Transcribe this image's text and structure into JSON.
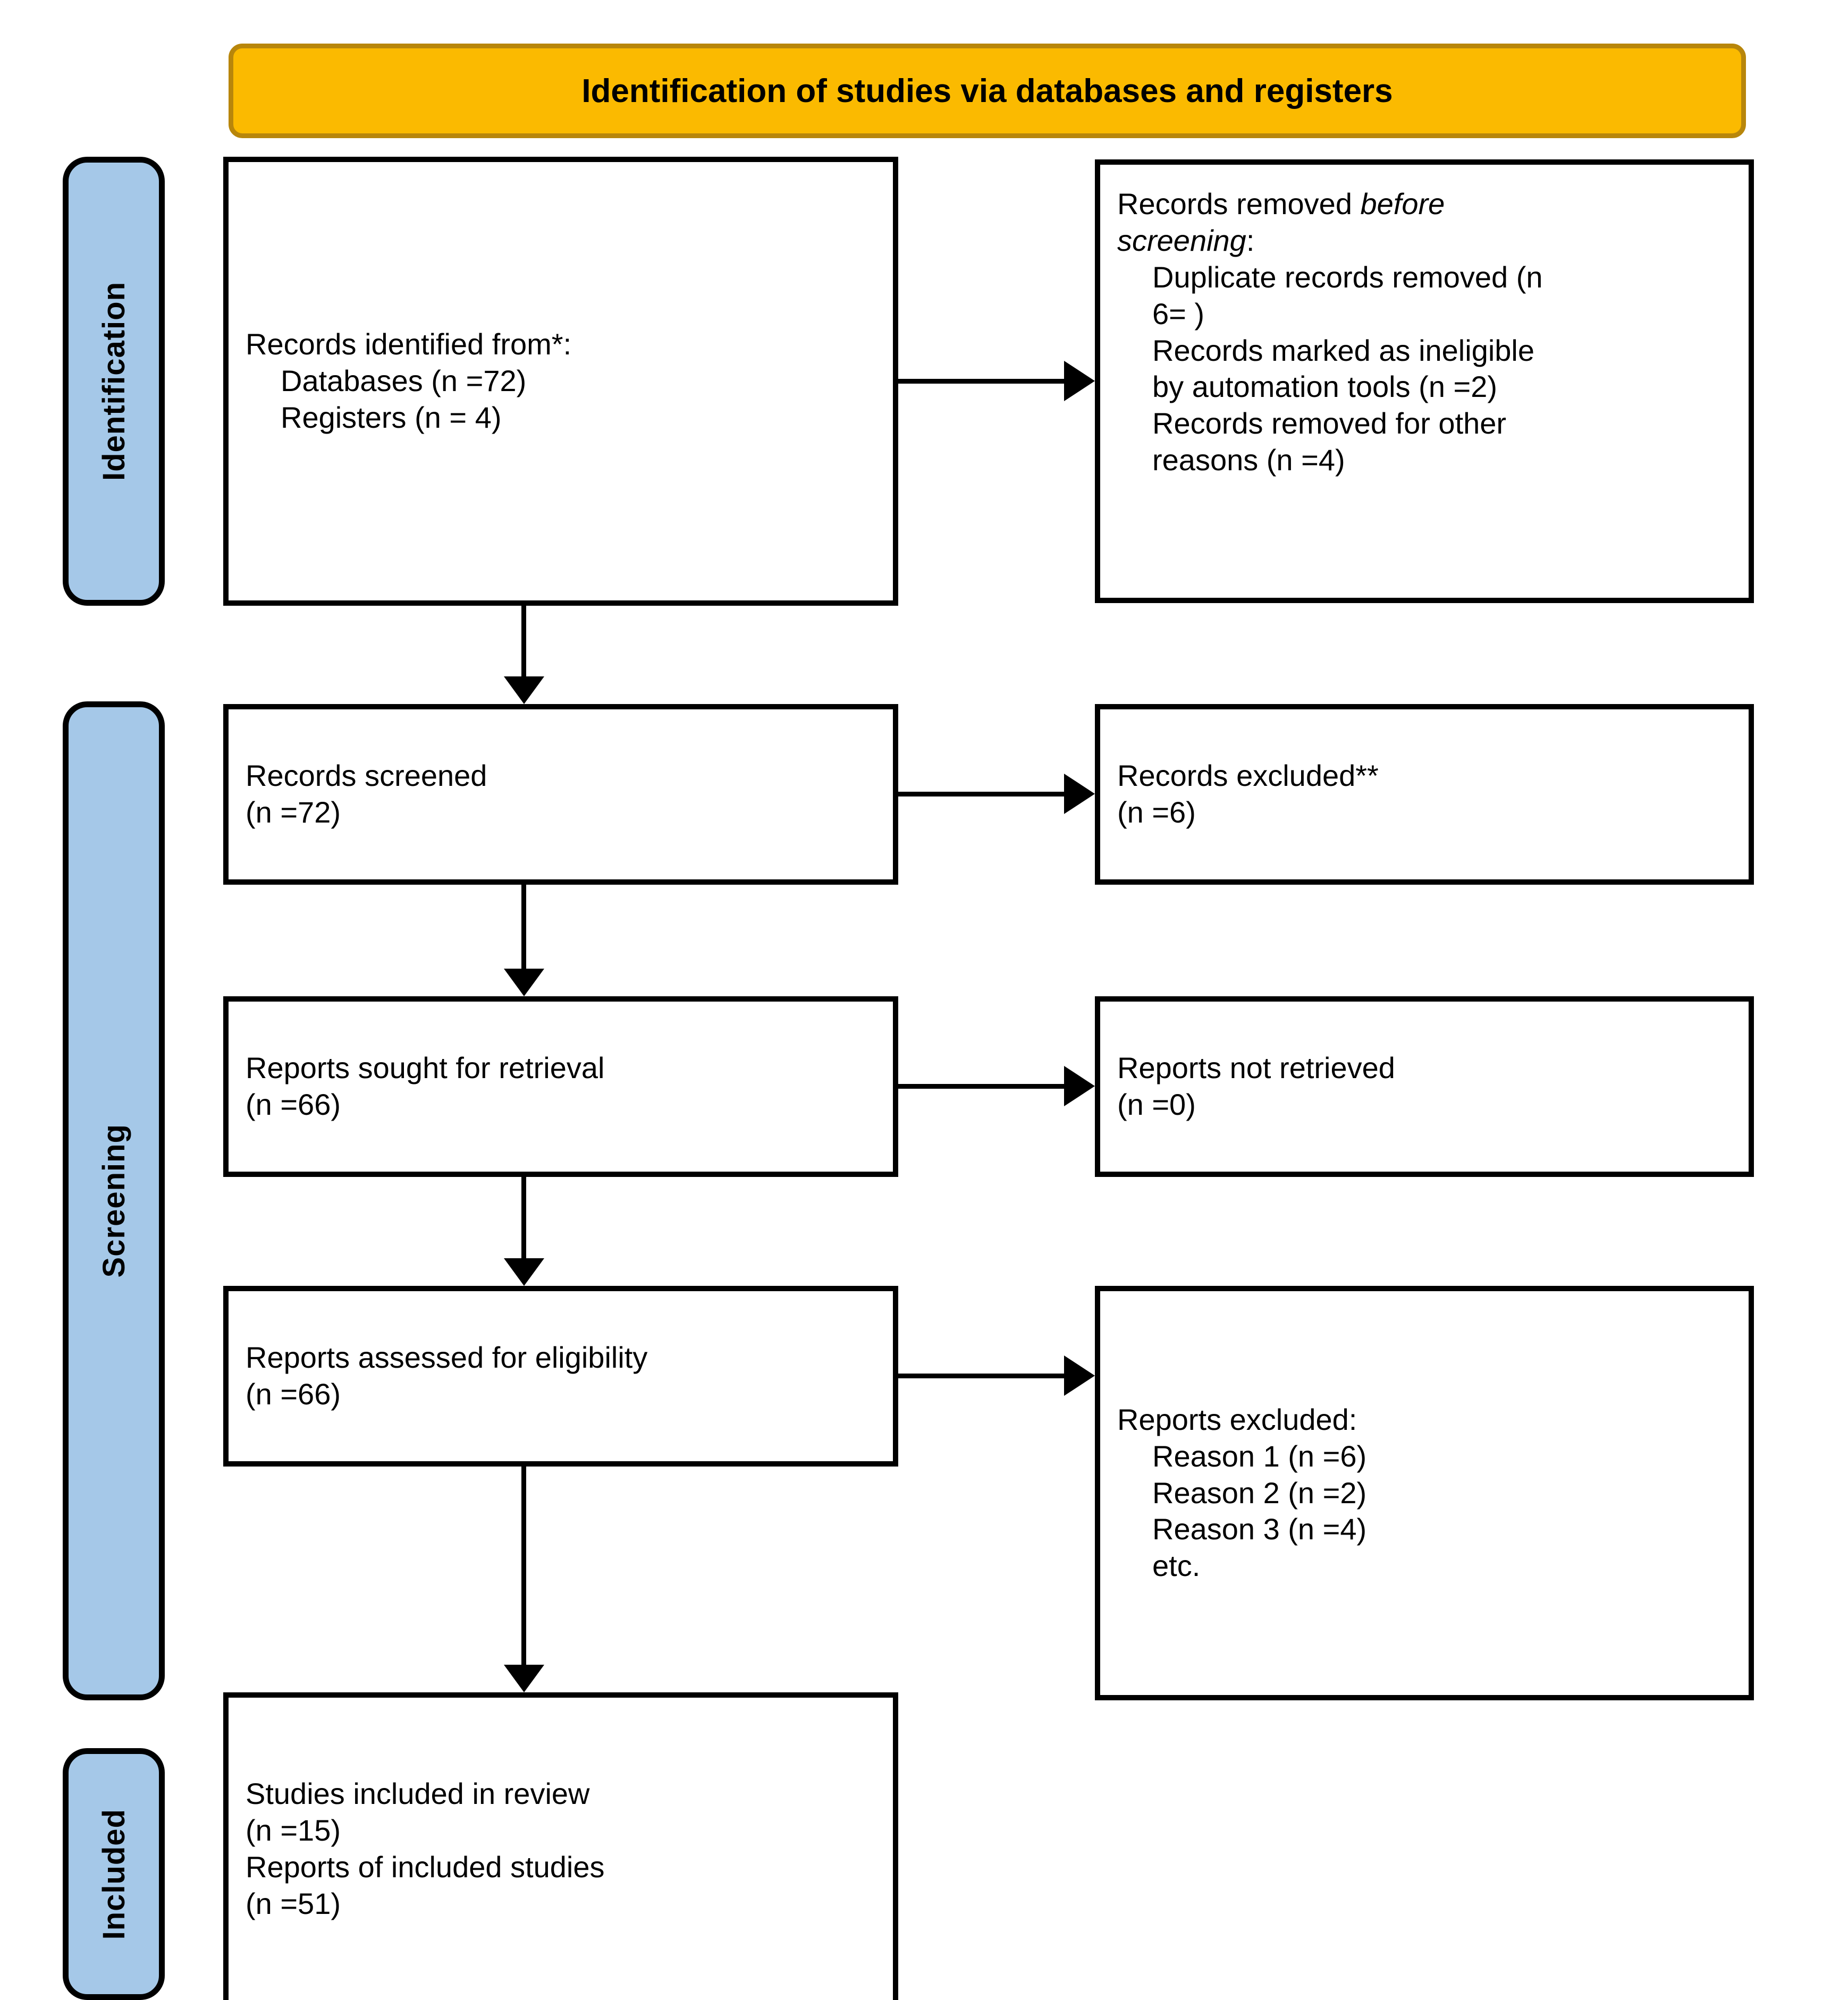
{
  "banner": {
    "title": "Identification of studies via databases and registers",
    "fill_color": "#FBBA00",
    "border_color": "#B8860B"
  },
  "stages": {
    "identification": "Identification",
    "screening": "Screening",
    "included": "Included",
    "fill_color": "#A5C8E8"
  },
  "boxes": {
    "identified": {
      "line1": "Records identified from*:",
      "line2": "Databases (n =72)",
      "line3": "Registers (n = 4)"
    },
    "removed": {
      "line1_a": "Records removed ",
      "line1_b": "before",
      "line2_a": "screening",
      "line2_b": ":",
      "line3": "Duplicate records removed (n",
      "line4": "6= )",
      "line5": "Records marked as ineligible",
      "line6": "by automation tools (n =2)",
      "line7": "Records removed for other",
      "line8": "reasons (n =4)"
    },
    "screened": {
      "line1": "Records screened",
      "line2": "(n =72)"
    },
    "records_excluded": {
      "line1": "Records excluded**",
      "line2": "(n =6)"
    },
    "sought": {
      "line1": "Reports sought for retrieval",
      "line2": "(n =66)"
    },
    "not_retrieved": {
      "line1": "Reports not retrieved",
      "line2": "(n =0)"
    },
    "assessed": {
      "line1": "Reports assessed for eligibility",
      "line2": "(n =66)"
    },
    "reports_excluded": {
      "line1": "Reports excluded:",
      "line2": "Reason 1 (n =6)",
      "line3": "Reason 2 (n =2)",
      "line4": "Reason 3 (n =4)",
      "line5": "etc."
    },
    "included": {
      "line1": "Studies included in review",
      "line2": "(n =15)",
      "line3": "Reports of included studies",
      "line4": "(n =51)"
    }
  },
  "chart_data": {
    "type": "diagram",
    "title": "Identification of studies via databases and registers",
    "diagram_kind": "PRISMA 2020 flow diagram",
    "stages": [
      "Identification",
      "Screening",
      "Included"
    ],
    "nodes": [
      {
        "id": "identified",
        "stage": "Identification",
        "label": "Records identified from*",
        "values": {
          "Databases": 72,
          "Registers": 4
        }
      },
      {
        "id": "removed",
        "stage": "Identification",
        "label": "Records removed before screening",
        "values": {
          "Duplicate records removed": 6,
          "Records marked as ineligible by automation tools": 2,
          "Records removed for other reasons": 4
        }
      },
      {
        "id": "screened",
        "stage": "Screening",
        "label": "Records screened",
        "n": 72
      },
      {
        "id": "records_excluded",
        "stage": "Screening",
        "label": "Records excluded**",
        "n": 6
      },
      {
        "id": "sought",
        "stage": "Screening",
        "label": "Reports sought for retrieval",
        "n": 66
      },
      {
        "id": "not_retrieved",
        "stage": "Screening",
        "label": "Reports not retrieved",
        "n": 0
      },
      {
        "id": "assessed",
        "stage": "Screening",
        "label": "Reports assessed for eligibility",
        "n": 66
      },
      {
        "id": "reports_excluded",
        "stage": "Screening",
        "label": "Reports excluded",
        "values": {
          "Reason 1": 6,
          "Reason 2": 2,
          "Reason 3": 4,
          "etc.": null
        }
      },
      {
        "id": "studies_included",
        "stage": "Included",
        "label": "Studies included in review",
        "n": 15
      },
      {
        "id": "reports_included",
        "stage": "Included",
        "label": "Reports of included studies",
        "n": 51
      }
    ],
    "edges": [
      {
        "from": "identified",
        "to": "removed",
        "direction": "right"
      },
      {
        "from": "identified",
        "to": "screened",
        "direction": "down"
      },
      {
        "from": "screened",
        "to": "records_excluded",
        "direction": "right"
      },
      {
        "from": "screened",
        "to": "sought",
        "direction": "down"
      },
      {
        "from": "sought",
        "to": "not_retrieved",
        "direction": "right"
      },
      {
        "from": "sought",
        "to": "assessed",
        "direction": "down"
      },
      {
        "from": "assessed",
        "to": "reports_excluded",
        "direction": "right"
      },
      {
        "from": "assessed",
        "to": "studies_included",
        "direction": "down"
      }
    ]
  }
}
